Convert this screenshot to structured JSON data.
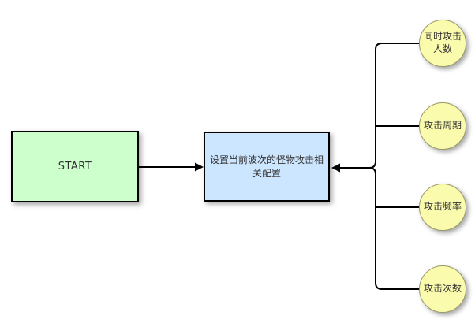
{
  "diagram": {
    "background_color": "#ffffff",
    "connector_color": "#000000",
    "nodes": {
      "start": {
        "label": "START",
        "shape": "rectangle",
        "fill": "#ccffcc",
        "border_color": "#000000"
      },
      "config": {
        "label": "设置当前波次的怪物攻击相关配置",
        "shape": "rectangle",
        "fill": "#cce6ff",
        "border_color": "#000000"
      },
      "circle_style": {
        "fill": "#fbfbae",
        "border_color": "#999966"
      },
      "circles": [
        {
          "label": "同时攻击人数"
        },
        {
          "label": "攻击周期"
        },
        {
          "label": "攻击频率"
        },
        {
          "label": "攻击次数"
        }
      ]
    },
    "edges": [
      {
        "from": "start",
        "to": "config",
        "arrow": "into-config-left"
      },
      {
        "from": "circles-trunk",
        "to": "config",
        "arrow": "into-config-right"
      }
    ]
  }
}
